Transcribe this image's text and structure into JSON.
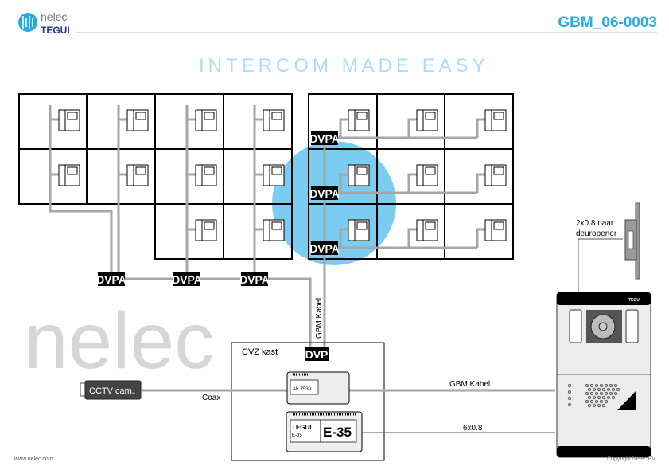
{
  "header": {
    "brand": "nelec",
    "brand_sub": "TEGUI",
    "tagline": "INTERCOM MADE EASY",
    "doc_code": "GBM_06-0003"
  },
  "footer": {
    "website": "www.nelec.com",
    "copyright": "Copyright Nelec BV"
  },
  "diagram": {
    "dvpa_label": "DVPA",
    "dvp_label": "DVP",
    "gbm_vertical": "GBM Kabel",
    "gbm_horizontal": "GBM Kabel",
    "cvz_label": "CVZ kast",
    "coax": "Coax",
    "cctv": "CCTV cam.",
    "cable_6x08": "6x0.8",
    "door_opener_1": "2x0.8 naar",
    "door_opener_2": "deuropener",
    "module_ak": "AK 7539",
    "module_brand": "TEGUI",
    "module_e35_small": "E-35",
    "module_e35": "E-35",
    "panel_brand": "TEGUI",
    "watermark": "nelec"
  },
  "colors": {
    "accent": "#29abe2",
    "wire": "#a6a6a6"
  }
}
